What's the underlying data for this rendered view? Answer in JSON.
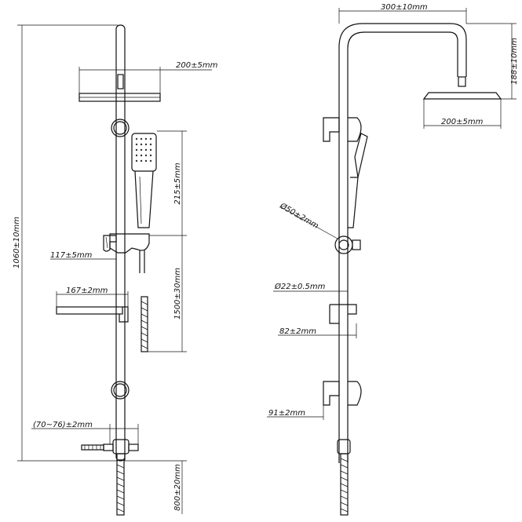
{
  "diagram": {
    "front_view": {
      "overall_height": "1060±10mm",
      "head_width": "200±5mm",
      "handshower_length": "215±5mm",
      "holder_offset": "117±5mm",
      "shelf_width": "167±2mm",
      "hose_length": "1500±30mm",
      "inlet_centers": "(70~76)±2mm",
      "inlet_height": "800±20mm"
    },
    "side_view": {
      "arm_reach": "300±10mm",
      "head_drop": "188±10mm",
      "head_width": "200±5mm",
      "knob_diameter": "Ø50±2mm",
      "pipe_diameter": "Ø22±0.5mm",
      "shelf_depth": "82±2mm",
      "wall_offset": "91±2mm"
    }
  }
}
